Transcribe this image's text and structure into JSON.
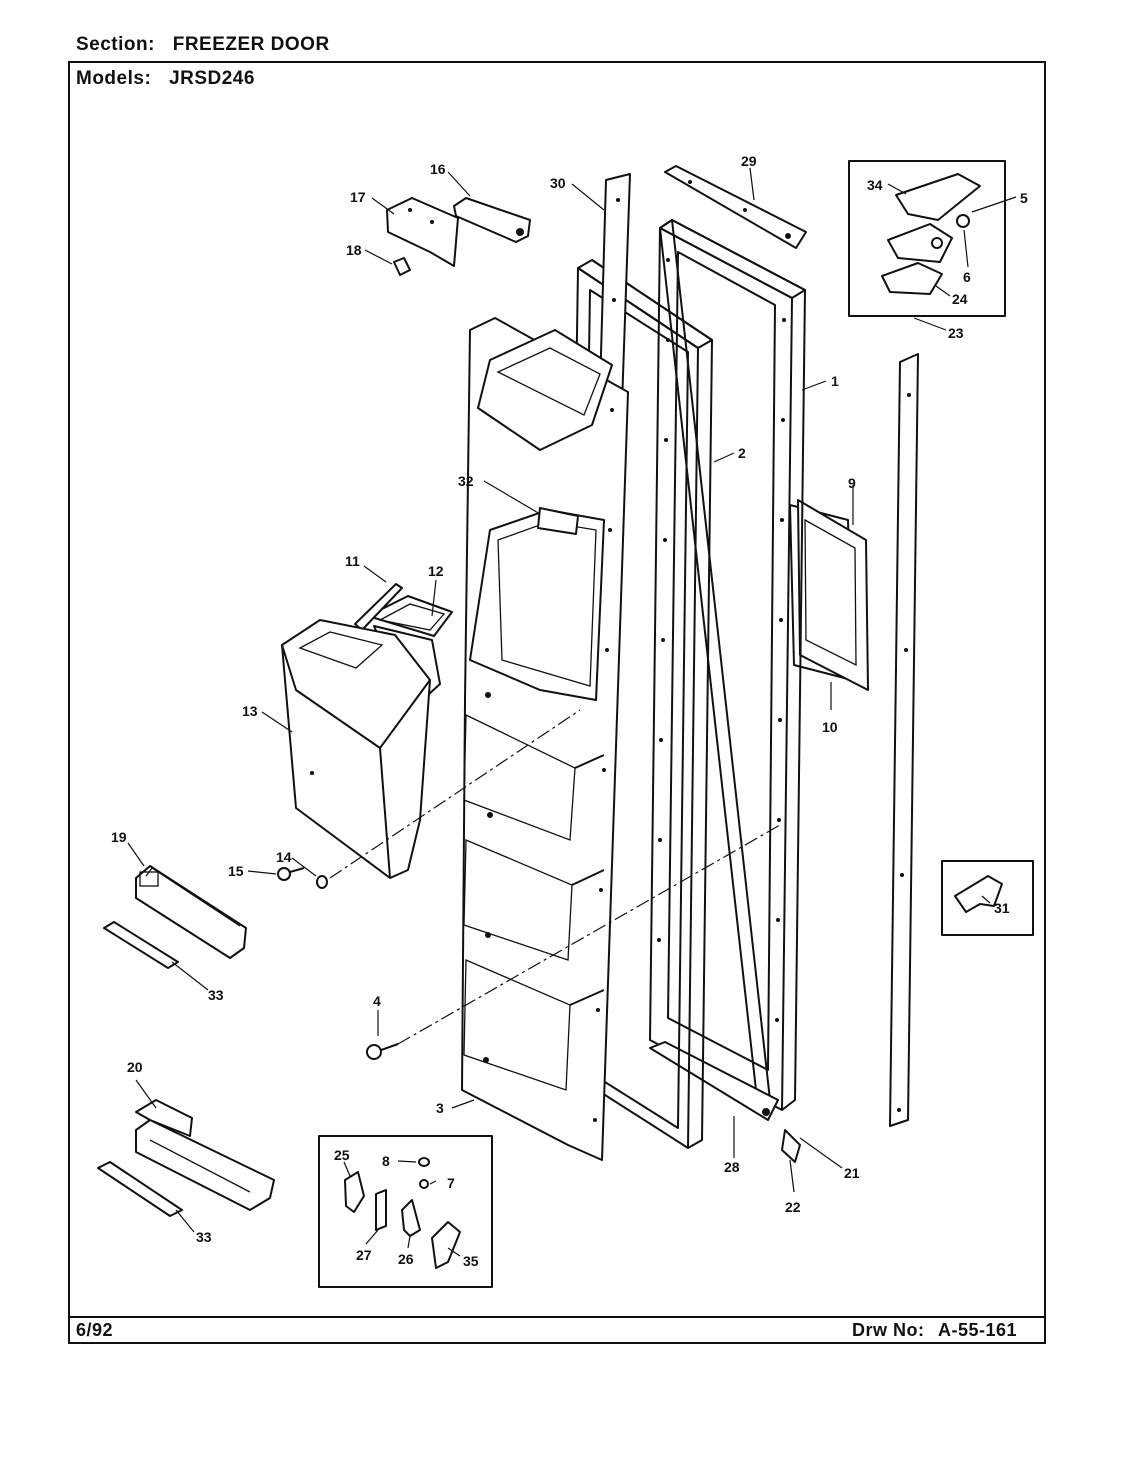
{
  "header": {
    "section_label": "Section:",
    "section_value": "FREEZER DOOR",
    "models_label": "Models:",
    "models_value": "JRSD246"
  },
  "footer": {
    "date": "6/92",
    "drawing_label": "Drw No:",
    "drawing_number": "A-55-161"
  },
  "callouts": {
    "c1": "1",
    "c2": "2",
    "c3": "3",
    "c4": "4",
    "c5": "5",
    "c6": "6",
    "c7": "7",
    "c8": "8",
    "c9": "9",
    "c10": "10",
    "c11": "11",
    "c12": "12",
    "c13": "13",
    "c14": "14",
    "c15": "15",
    "c16": "16",
    "c17": "17",
    "c18": "18",
    "c19": "19",
    "c20": "20",
    "c21": "21",
    "c22": "22",
    "c23": "23",
    "c24": "24",
    "c25": "25",
    "c26": "26",
    "c27": "27",
    "c28": "28",
    "c29": "29",
    "c30": "30",
    "c31": "31",
    "c32": "32",
    "c33a": "33",
    "c33b": "33",
    "c34": "34",
    "c35": "35"
  }
}
